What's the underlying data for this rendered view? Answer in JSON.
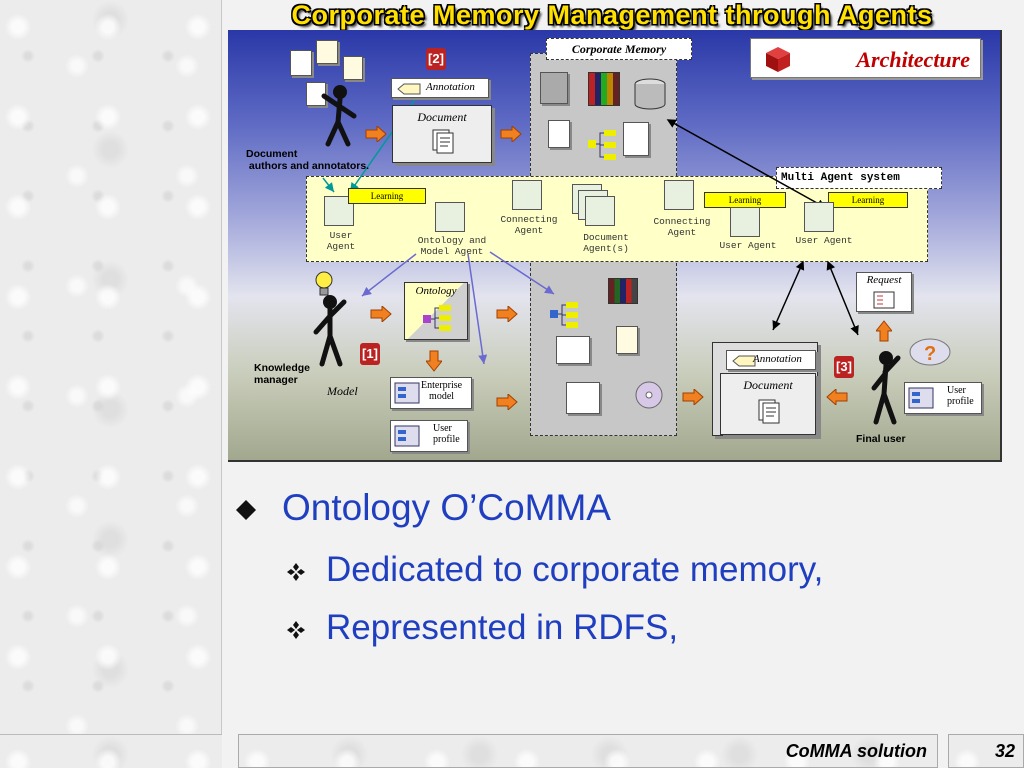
{
  "slide": {
    "title": "Corporate Memory Management through Agents",
    "page_number": "32",
    "footer": "CoMMA solution"
  },
  "diagram": {
    "corporate_memory_label": "Corporate Memory",
    "architecture_label": "Architecture",
    "multi_agent_system_label": "Multi Agent system",
    "annotation_label": "Annotation",
    "document_label": "Document",
    "doc_authors_label": "Document\n authors and annotators.",
    "learning_label": "Learning",
    "user_agent_label": "User\nAgent",
    "ontology_model_agent_label": "Ontology and\nModel Agent",
    "connecting_agent_label": "Connecting\nAgent",
    "document_agents_label": "Document\nAgent(s)",
    "user_agent_label_2": "User Agent",
    "user_agent_label_3": "User Agent",
    "ontology_label": "Ontology",
    "model_label": "Model",
    "knowledge_manager_label": "Knowledge\nmanager",
    "enterprise_model_label": "Enterprise\nmodel",
    "user_profile_label": "User\nprofile",
    "request_label": "Request",
    "final_user_label": "Final user",
    "phase_1": "[1]",
    "phase_2": "[2]",
    "phase_3": "[3]",
    "question_mark": "?"
  },
  "bullets": {
    "level1": "Ontology O’CoMMA",
    "level2": [
      "Dedicated to corporate memory,",
      "Represented in RDFS,"
    ]
  },
  "colors": {
    "title_yellow": "#ffe000",
    "bullet_blue": "#1f3fc0",
    "architecture_red": "#c00000",
    "mas_band": "#ffffc8",
    "cm_column": "#c7c7c7"
  }
}
